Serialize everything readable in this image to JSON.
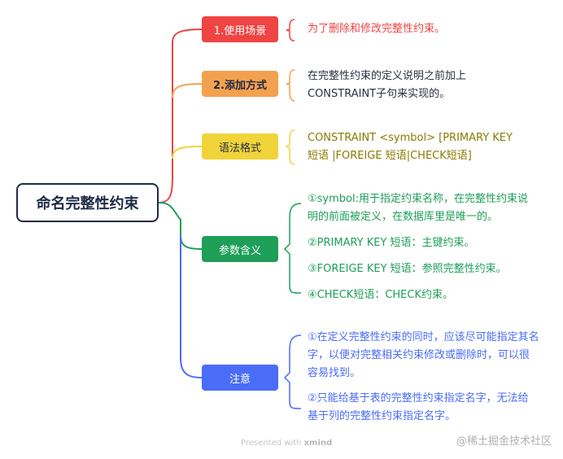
{
  "root": {
    "label": "命名完整性约束"
  },
  "branches": [
    {
      "id": "usage",
      "label": "1.使用场景",
      "color": "#ee4444",
      "text_color": "#ffffff",
      "lines": [
        "为了删除和修改完整性约束。"
      ]
    },
    {
      "id": "method",
      "label": "2.添加方式",
      "color": "#f4a14f",
      "text_color": "#1f2a44",
      "lines": [
        "在完整性约束的定义说明之前加上",
        "CONSTRAINT子句来实现的。"
      ]
    },
    {
      "id": "syntax",
      "label": "语法格式",
      "color": "#f1d43a",
      "text_color": "#1f2a44",
      "lines": [
        "CONSTRAINT   <symbol>   [PRIMARY KEY",
        "短语 |FOREIGE  短语|CHECK短语]"
      ]
    },
    {
      "id": "params",
      "label": "参数含义",
      "color": "#1e9e58",
      "text_color": "#ffffff",
      "items": [
        [
          "①symbol:用于指定约束名称，在完整性约束说",
          "明的前面被定义，在数据库里是唯一的。"
        ],
        [
          "②PRIMARY KEY 短语：主键约束。"
        ],
        [
          "③FOREIGE KEY 短语：参照完整性约束。"
        ],
        [
          "④CHECK短语：CHECK约束。"
        ]
      ]
    },
    {
      "id": "notes",
      "label": "注意",
      "color": "#4a6cf7",
      "text_color": "#ffffff",
      "items": [
        [
          "①在定义完整性约束的同时，应该尽可能指定其名",
          "字，以便对完整相关约束修改或删除时，可以很",
          "容易找到。"
        ],
        [
          "②只能给基于表的完整性约束指定名字，无法给",
          "基于列的完整性约束指定名字。"
        ]
      ]
    }
  ],
  "footer": {
    "prefix": "Presented with",
    "brand": "xmind"
  },
  "watermark": "@稀土掘金技术社区"
}
